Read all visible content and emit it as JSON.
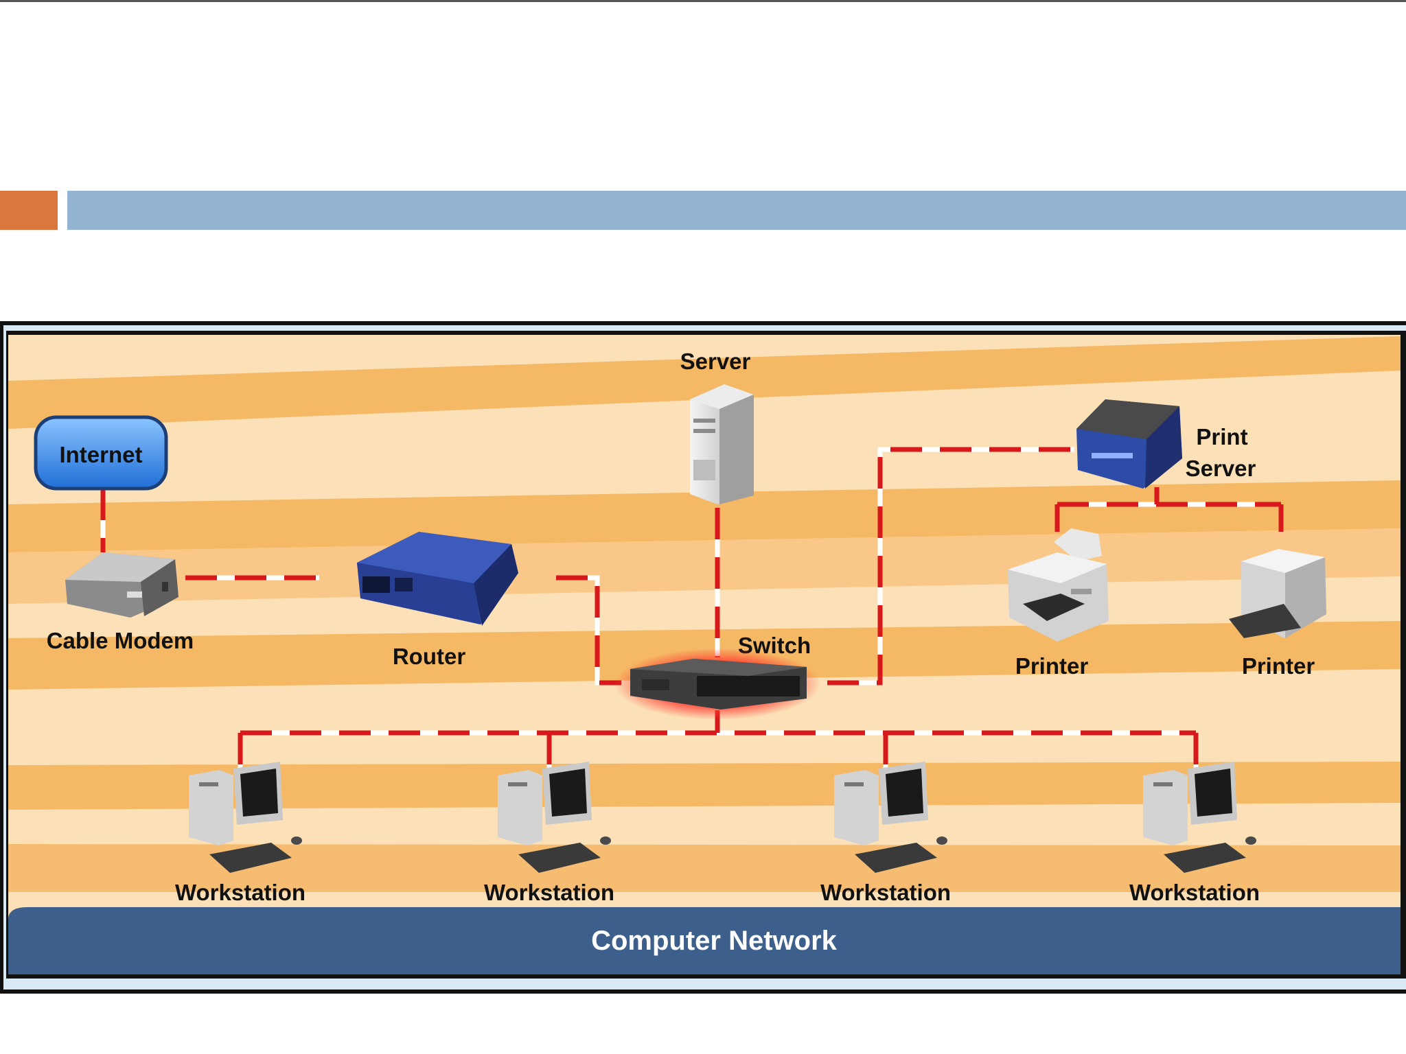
{
  "diagram": {
    "footer_title": "Computer Network",
    "nodes": {
      "internet": "Internet",
      "cable_modem": "Cable Modem",
      "router": "Router",
      "server": "Server",
      "switch": "Switch",
      "print_server_line1": "Print",
      "print_server_line2": "Server",
      "printer_1": "Printer",
      "printer_2": "Printer",
      "workstation_1": "Workstation",
      "workstation_2": "Workstation",
      "workstation_3": "Workstation",
      "workstation_4": "Workstation"
    },
    "colors": {
      "cable": "#d8191b",
      "background_stripe_light": "#fbe0b8",
      "background_stripe_dark": "#f5b865",
      "footer_band": "#3c5f8c",
      "internet_box": "#3f8ee6",
      "slide_accent_orange": "#d9773f",
      "slide_accent_blue": "#93b3d3"
    }
  }
}
